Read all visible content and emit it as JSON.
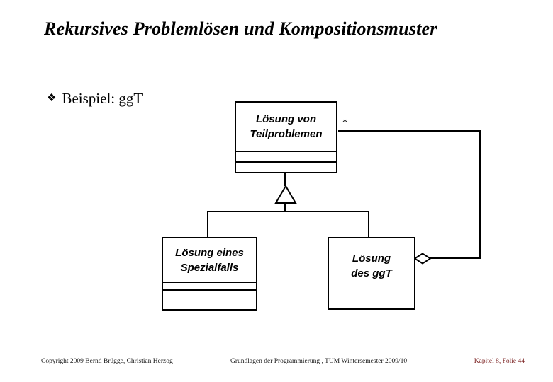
{
  "slide": {
    "title": "Rekursives Problemlösen und Kompositionsmuster",
    "bullet_marker": "❖",
    "bullet_text": "Beispiel: ggT"
  },
  "diagram": {
    "top_class": {
      "line1": "Lösung von",
      "line2": "Teilproblemen"
    },
    "left_class": {
      "line1": "Lösung eines",
      "line2": "Spezialfalls"
    },
    "right_class": {
      "line1": "Lösung",
      "line2": "des ggT"
    },
    "multiplicity": "*",
    "icons": {
      "generalization_icon": "hollow-triangle",
      "aggregation_icon": "hollow-diamond",
      "bullet_icon": "four-diamond-bullet"
    }
  },
  "footer": {
    "copyright": "Copyright 2009 Bernd Brügge, Christian Herzog",
    "course": "Grundlagen der Programmierung , TUM Wintersemester 2009/10",
    "page": "Kapitel 8, Folie 44"
  },
  "colors": {
    "background": "#ffffff",
    "line": "#000000",
    "text": "#000000",
    "page_label": "#7a1f1f"
  }
}
